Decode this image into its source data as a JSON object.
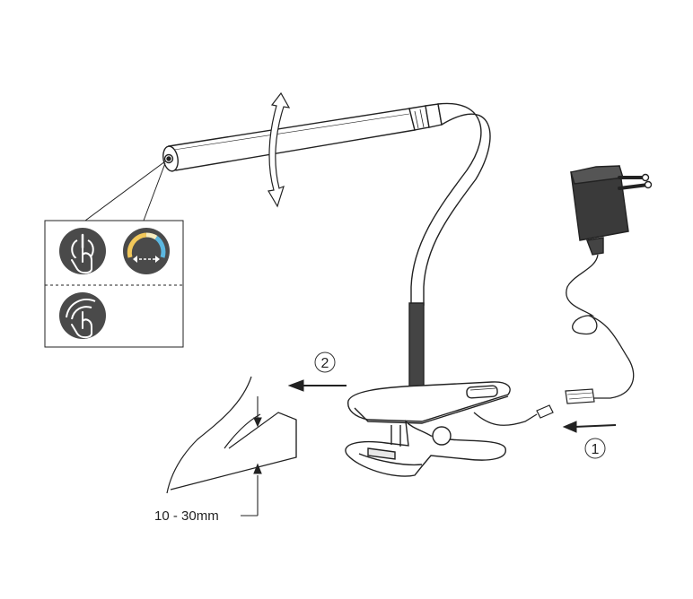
{
  "labels": {
    "step_1": "1",
    "step_2": "2",
    "thickness": "10 - 30mm"
  },
  "icons": {
    "touch_switch": "touch-power-icon",
    "color_temperature": "color-temperature-icon",
    "dimming": "touch-slide-dimming-icon"
  },
  "colors": {
    "line": "#222222",
    "icon_bg": "#4a4a4a",
    "warm": "#f1c75a",
    "cool": "#5bb7e0"
  }
}
